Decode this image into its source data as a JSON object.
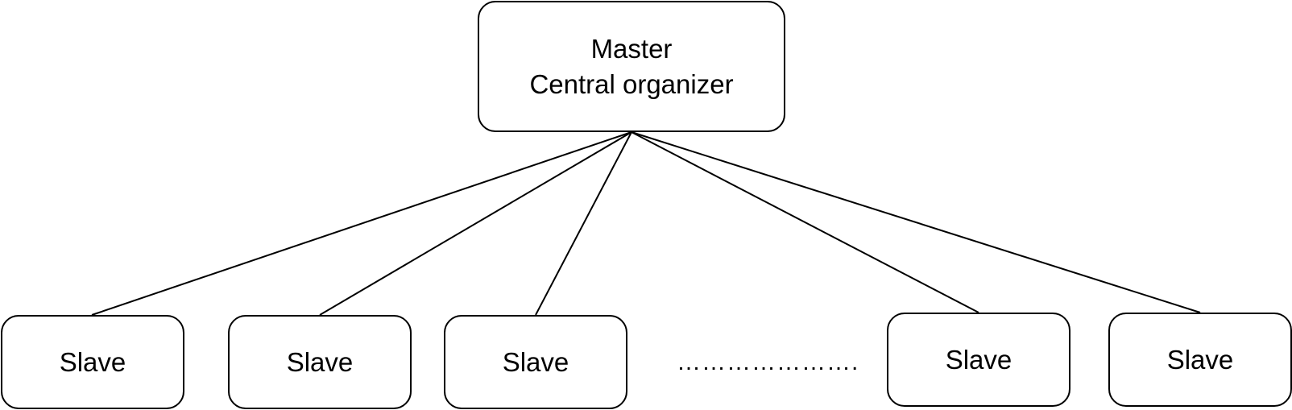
{
  "master": {
    "title": "Master",
    "subtitle": "Central organizer"
  },
  "slaves": [
    {
      "label": "Slave"
    },
    {
      "label": "Slave"
    },
    {
      "label": "Slave"
    },
    {
      "label": "Slave"
    },
    {
      "label": "Slave"
    }
  ],
  "ellipsis": "………………….",
  "colors": {
    "stroke": "#000000",
    "background": "#ffffff"
  }
}
